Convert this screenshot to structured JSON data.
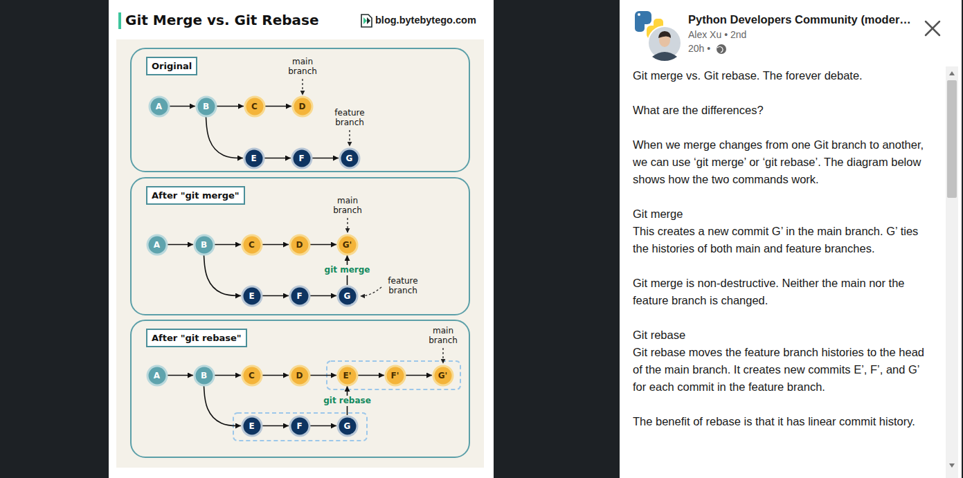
{
  "diagram": {
    "title": "Git Merge vs. Git Rebase",
    "nodes": [
      {
        "text": [
          "Original"
        ]
      },
      {
        "text": [
          "A"
        ],
        "in": 0
      },
      {
        "text": [
          "B"
        ],
        "in": 0
      },
      {
        "text": [
          "C"
        ],
        "in": 0
      },
      {
        "text": [
          "D"
        ],
        "in": 0
      },
      {
        "text": [
          "E"
        ],
        "in": 0
      },
      {
        "text": [
          "F"
        ],
        "in": 0
      },
      {
        "text": [
          "G"
        ],
        "in": 0
      },
      {
        "text": [
          "After \"git merge\""
        ]
      },
      {
        "text": [
          "A"
        ],
        "in": 8
      },
      {
        "text": [
          "B"
        ],
        "in": 8
      },
      {
        "text": [
          "C"
        ],
        "in": 8
      },
      {
        "text": [
          "D"
        ],
        "in": 8
      },
      {
        "text": [
          "G'"
        ],
        "in": 8
      },
      {
        "text": [
          "E"
        ],
        "in": 8
      },
      {
        "text": [
          "F"
        ],
        "in": 8
      },
      {
        "text": [
          "G"
        ],
        "in": 8
      },
      {
        "text": [
          "After \"git rebase\""
        ]
      },
      {
        "text": [
          "A"
        ],
        "in": 17
      },
      {
        "text": [
          "B"
        ],
        "in": 17
      },
      {
        "text": [
          "C"
        ],
        "in": 17
      },
      {
        "text": [
          "D"
        ],
        "in": 17
      },
      {
        "text": [
          "E'"
        ],
        "in": 17
      },
      {
        "text": [
          "F'"
        ],
        "in": 17
      },
      {
        "text": [
          "G'"
        ],
        "in": 17
      },
      {
        "text": [
          "E"
        ],
        "in": 17
      },
      {
        "text": [
          "F"
        ],
        "in": 17
      },
      {
        "text": [
          "G"
        ],
        "in": 17
      }
    ],
    "edges": [
      {
        "from": 1,
        "to": 2,
        "arrow": "to"
      },
      {
        "from": 2,
        "to": 3,
        "arrow": "to"
      },
      {
        "from": 3,
        "to": 4,
        "arrow": "to"
      },
      {
        "from": 2,
        "to": 5,
        "arrow": "to"
      },
      {
        "from": 5,
        "to": 6,
        "arrow": "to"
      },
      {
        "from": 6,
        "to": 7,
        "arrow": "to"
      },
      {
        "from": 9,
        "to": 10,
        "arrow": "to"
      },
      {
        "from": 10,
        "to": 11,
        "arrow": "to"
      },
      {
        "from": 11,
        "to": 12,
        "arrow": "to"
      },
      {
        "from": 12,
        "to": 13,
        "arrow": "to"
      },
      {
        "from": 10,
        "to": 14,
        "arrow": "to"
      },
      {
        "from": 14,
        "to": 15,
        "arrow": "to"
      },
      {
        "from": 15,
        "to": 16,
        "arrow": "to"
      },
      {
        "from": 16,
        "to": 13,
        "label": "git merge",
        "arrow": "to"
      },
      {
        "from": 18,
        "to": 19,
        "arrow": "to"
      },
      {
        "from": 19,
        "to": 20,
        "arrow": "to"
      },
      {
        "from": 20,
        "to": 21,
        "arrow": "to"
      },
      {
        "from": 21,
        "to": 22,
        "arrow": "to"
      },
      {
        "from": 22,
        "to": 23,
        "arrow": "to"
      },
      {
        "from": 23,
        "to": 24,
        "arrow": "to"
      },
      {
        "from": 19,
        "to": 25,
        "arrow": "to"
      },
      {
        "from": 25,
        "to": 26,
        "arrow": "to"
      },
      {
        "from": 26,
        "to": 27,
        "arrow": "to"
      },
      {
        "from": 27,
        "to": 22,
        "label": "git rebase",
        "arrow": "to"
      }
    ],
    "labels": [
      "blog.bytebytego.com",
      "main branch",
      "feature branch",
      "main branch",
      "feature branch",
      "main branch",
      "Python Developers Community (moder…",
      "Alex Xu • 2nd",
      "20h •",
      "Git merge vs. Git rebase. The forever debate.",
      "What are the differences?",
      "When we merge changes from one Git branch to another, we can use ‘git merge’ or ‘git rebase’. The diagram below shows how the two commands work.",
      "Git merge",
      "This creates a new commit G’ in the main branch. G’ ties the histories of both main and feature branches.",
      "Git merge is non-destructive. Neither the main nor the feature branch is changed.",
      "Git rebase",
      "Git rebase moves the feature branch histories to the head of the main branch. It creates new commits E’, F’, and G’ for each commit in the feature branch.",
      "The benefit of rebase is that it has linear commit history."
    ]
  }
}
